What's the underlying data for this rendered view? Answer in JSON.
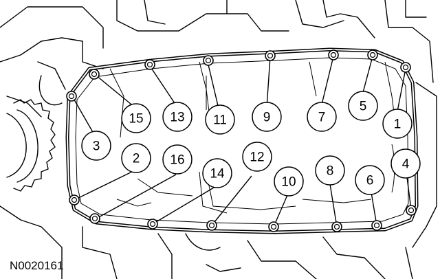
{
  "figure_id": "N0020161",
  "callouts": [
    {
      "label": "1",
      "cx": 0,
      "cy": 0
    },
    {
      "label": "2"
    },
    {
      "label": "3"
    },
    {
      "label": "4"
    },
    {
      "label": "5"
    },
    {
      "label": "6"
    },
    {
      "label": "7"
    },
    {
      "label": "8"
    },
    {
      "label": "9"
    },
    {
      "label": "10"
    },
    {
      "label": "11"
    },
    {
      "label": "12"
    },
    {
      "label": "13"
    },
    {
      "label": "14"
    },
    {
      "label": "15"
    },
    {
      "label": "16"
    }
  ]
}
